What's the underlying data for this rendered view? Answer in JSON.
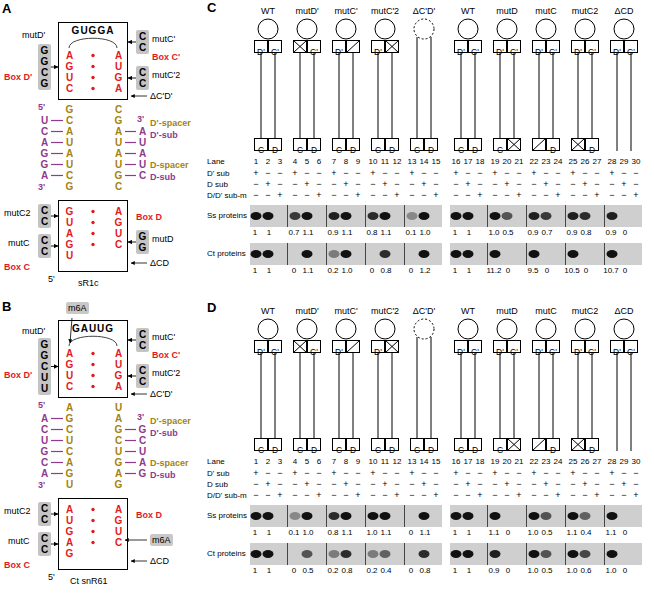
{
  "diagram": {
    "nodes": [
      {
        "text": [
          "AGUC",
          "AUGA"
        ]
      },
      {
        "text": [
          "GGCG"
        ]
      },
      {
        "text": [
          "CC"
        ]
      },
      {
        "text": [
          "CC"
        ]
      },
      {
        "text": [
          "GUAGU",
          "AGUC"
        ]
      },
      {
        "text": [
          "CC"
        ]
      },
      {
        "text": [
          "CC"
        ]
      },
      {
        "text": [
          "GG"
        ]
      },
      {
        "text": [
          "AGUC",
          "AUGA"
        ]
      },
      {
        "text": [
          "GGCUU"
        ]
      },
      {
        "text": [
          "CC"
        ]
      },
      {
        "text": [
          "CC"
        ]
      },
      {
        "text": [
          "AUGAG",
          "AGUC"
        ]
      },
      {
        "text": [
          "CC"
        ]
      },
      {
        "text": [
          "CC"
        ]
      },
      {
        "text": [
          "D'"
        ]
      },
      {
        "text": [
          "C'"
        ]
      },
      {
        "text": [
          "C"
        ]
      },
      {
        "text": [
          "D"
        ]
      },
      {
        "text": [
          "C'"
        ]
      },
      {
        "text": [
          "C"
        ]
      },
      {
        "text": [
          "D"
        ]
      },
      {
        "text": [
          "D'"
        ]
      },
      {
        "text": [
          "C"
        ]
      },
      {
        "text": [
          "D"
        ]
      },
      {
        "text": [
          "D'"
        ]
      },
      {
        "text": [
          "C"
        ]
      },
      {
        "text": [
          "D"
        ]
      },
      {
        "text": [
          "C"
        ]
      },
      {
        "text": [
          "D"
        ]
      },
      {
        "text": [
          "D'"
        ]
      },
      {
        "text": [
          "C'"
        ]
      },
      {
        "text": [
          "C"
        ]
      },
      {
        "text": [
          "D"
        ]
      },
      {
        "text": [
          "D'"
        ]
      },
      {
        "text": [
          "C'"
        ]
      },
      {
        "text": [
          "C"
        ]
      },
      {
        "text": [
          "D'"
        ]
      },
      {
        "text": [
          "C'"
        ]
      },
      {
        "text": [
          "D"
        ]
      },
      {
        "text": [
          "D'"
        ]
      },
      {
        "text": [
          "C'"
        ]
      },
      {
        "text": [
          "D"
        ]
      },
      {
        "text": [
          "D'"
        ]
      },
      {
        "text": [
          "C'"
        ]
      },
      {
        "text": [
          "D'"
        ]
      },
      {
        "text": [
          "C'"
        ]
      },
      {
        "text": [
          "C"
        ]
      },
      {
        "text": [
          "D"
        ]
      },
      {
        "text": [
          "C'"
        ]
      },
      {
        "text": [
          "C"
        ]
      },
      {
        "text": [
          "D"
        ]
      },
      {
        "text": [
          "D'"
        ]
      },
      {
        "text": [
          "C"
        ]
      },
      {
        "text": [
          "D"
        ]
      },
      {
        "text": [
          "D'"
        ]
      },
      {
        "text": [
          "C"
        ]
      },
      {
        "text": [
          "D"
        ]
      },
      {
        "text": [
          "C"
        ]
      },
      {
        "text": [
          "D"
        ]
      },
      {
        "text": [
          "D'"
        ]
      },
      {
        "text": [
          "C'"
        ]
      },
      {
        "text": [
          "C"
        ]
      },
      {
        "text": [
          "D"
        ]
      },
      {
        "text": [
          "D'"
        ]
      },
      {
        "text": [
          "C'"
        ]
      },
      {
        "text": [
          "C"
        ]
      },
      {
        "text": [
          "D'"
        ]
      },
      {
        "text": [
          "C'"
        ]
      },
      {
        "text": [
          "D"
        ]
      },
      {
        "text": [
          "D'"
        ]
      },
      {
        "text": [
          "C'"
        ]
      },
      {
        "text": [
          "D"
        ]
      },
      {
        "text": [
          "D'"
        ]
      },
      {
        "text": [
          "C'"
        ]
      }
    ],
    "edges": [
      {
        "from": 1,
        "to": 0,
        "arrow": "to"
      },
      {
        "from": 2,
        "to": 0,
        "arrow": "to"
      },
      {
        "from": 3,
        "to": 0,
        "arrow": "to"
      },
      {
        "from": 5,
        "to": 4,
        "arrow": "to"
      },
      {
        "from": 6,
        "to": 4,
        "arrow": "to"
      },
      {
        "from": 7,
        "to": 4,
        "arrow": "to"
      },
      {
        "from": 9,
        "to": 8,
        "arrow": "to"
      },
      {
        "from": 10,
        "to": 8,
        "arrow": "to"
      },
      {
        "from": 11,
        "to": 8,
        "arrow": "to"
      },
      {
        "from": 13,
        "to": 12,
        "arrow": "to"
      },
      {
        "from": 14,
        "to": 12,
        "arrow": "to"
      },
      {
        "from": 15,
        "to": 17,
        "arrow": "none"
      },
      {
        "from": 16,
        "to": 18,
        "arrow": "none"
      },
      {
        "from": 19,
        "to": 21,
        "arrow": "none"
      },
      {
        "from": 22,
        "to": 23,
        "arrow": "none"
      },
      {
        "from": 25,
        "to": 26,
        "arrow": "none"
      },
      {
        "from": 30,
        "to": 32,
        "arrow": "none"
      },
      {
        "from": 31,
        "to": 33,
        "arrow": "none"
      },
      {
        "from": 34,
        "to": 36,
        "arrow": "none"
      },
      {
        "from": 38,
        "to": 39,
        "arrow": "none"
      },
      {
        "from": 41,
        "to": 42,
        "arrow": "none"
      },
      {
        "from": 45,
        "to": 47,
        "arrow": "none"
      },
      {
        "from": 46,
        "to": 48,
        "arrow": "none"
      },
      {
        "from": 49,
        "to": 51,
        "arrow": "none"
      },
      {
        "from": 52,
        "to": 53,
        "arrow": "none"
      },
      {
        "from": 55,
        "to": 56,
        "arrow": "none"
      },
      {
        "from": 60,
        "to": 62,
        "arrow": "none"
      },
      {
        "from": 61,
        "to": 63,
        "arrow": "none"
      },
      {
        "from": 64,
        "to": 66,
        "arrow": "none"
      },
      {
        "from": 68,
        "to": 69,
        "arrow": "none"
      },
      {
        "from": 71,
        "to": 72,
        "arrow": "none"
      }
    ],
    "labels": [
      "A",
      "mutD'",
      "Box D'",
      "mutC'",
      "Box C'",
      "mutC'2",
      "ΔC'D'",
      "GUGGA",
      "5'",
      "UCAGGA",
      "3'",
      "GCAUAUCG",
      "CGAUAUGC",
      "3'",
      "AUAUC",
      "D'-spacer",
      "D'-sub",
      "D-spacer",
      "D-sub",
      "mutC2",
      "mutC",
      "Box C",
      "Box D",
      "mutD",
      "ΔCD",
      "5'",
      "sR1c",
      "B",
      "mutD'",
      "m6A",
      "Box D'",
      "mutC'",
      "Box C'",
      "mutC'2",
      "ΔC'D'",
      "GAUUG",
      "5'",
      "ACUGCA",
      "3'",
      "AGCUCAGU",
      "UAGCUGAG",
      "3'",
      "GCUAG",
      "D'-spacer",
      "D'-sub",
      "D-spacer",
      "D-sub",
      "mutC2",
      "mutC",
      "Box C",
      "Box D",
      "m6A",
      "ΔCD",
      "5'",
      "Ct snR61",
      "C",
      "WT",
      "mutD'",
      "mutC'",
      "mutC'2",
      "ΔC'D'",
      "WT",
      "mutD",
      "mutC",
      "mutC2",
      "ΔCD",
      "Lane",
      "1",
      "2",
      "3",
      "4",
      "5",
      "6",
      "7",
      "8",
      "9",
      "10",
      "11",
      "12",
      "13",
      "14",
      "15",
      "16",
      "17",
      "18",
      "19",
      "20",
      "21",
      "22",
      "23",
      "24",
      "25",
      "26",
      "27",
      "28",
      "29",
      "30",
      "D' sub",
      "+",
      "−",
      "−",
      "+",
      "−",
      "−",
      "+",
      "−",
      "−",
      "+",
      "−",
      "−",
      "+",
      "−",
      "−",
      "+",
      "−",
      "−",
      "+",
      "−",
      "−",
      "+",
      "−",
      "−",
      "+",
      "−",
      "−",
      "+",
      "−",
      "−",
      "D sub",
      "−",
      "+",
      "−",
      "−",
      "+",
      "−",
      "−",
      "+",
      "−",
      "−",
      "+",
      "−",
      "−",
      "+",
      "−",
      "−",
      "+",
      "−",
      "−",
      "+",
      "−",
      "−",
      "+",
      "−",
      "−",
      "+",
      "−",
      "−",
      "+",
      "−",
      "D/D' sub-m",
      "−",
      "−",
      "+",
      "−",
      "−",
      "+",
      "−",
      "−",
      "+",
      "−",
      "−",
      "+",
      "−",
      "−",
      "+",
      "−",
      "−",
      "+",
      "−",
      "−",
      "+",
      "−",
      "−",
      "+",
      "−",
      "−",
      "+",
      "−",
      "−",
      "+",
      "Ss proteins",
      "1",
      "1",
      "0.7",
      "1.1",
      "0.9",
      "1.1",
      "0.8",
      "1.1",
      "0.1",
      "1.0",
      "1",
      "1",
      "1.0",
      "0.5",
      "0.9",
      "0.7",
      "0.9",
      "0.8",
      "0.9",
      "0",
      "Ct proteins",
      "1",
      "1",
      "0",
      "1.1",
      "0.2",
      "1.0",
      "0",
      "0.8",
      "0",
      "1.2",
      "1",
      "1",
      "11.2",
      "0",
      "9.5",
      "0",
      "10.5",
      "0",
      "10.7",
      "0",
      "D",
      "WT",
      "mutD'",
      "mutC'",
      "mutC'2",
      "ΔC'D'",
      "WT",
      "mutD",
      "mutC",
      "mutC2",
      "ΔCD",
      "Lane",
      "1",
      "2",
      "3",
      "4",
      "5",
      "6",
      "7",
      "8",
      "9",
      "10",
      "11",
      "12",
      "13",
      "14",
      "15",
      "16",
      "17",
      "18",
      "19",
      "20",
      "21",
      "22",
      "23",
      "24",
      "25",
      "26",
      "27",
      "28",
      "29",
      "30",
      "D' sub",
      "+",
      "−",
      "−",
      "+",
      "−",
      "−",
      "+",
      "−",
      "−",
      "+",
      "−",
      "−",
      "+",
      "−",
      "−",
      "+",
      "−",
      "−",
      "+",
      "−",
      "−",
      "+",
      "−",
      "−",
      "+",
      "−",
      "−",
      "+",
      "−",
      "−",
      "D sub",
      "−",
      "+",
      "−",
      "−",
      "+",
      "−",
      "−",
      "+",
      "−",
      "−",
      "+",
      "−",
      "−",
      "+",
      "−",
      "−",
      "+",
      "−",
      "−",
      "+",
      "−",
      "−",
      "+",
      "−",
      "−",
      "+",
      "−",
      "−",
      "+",
      "−",
      "D/D' sub-m",
      "−",
      "−",
      "+",
      "−",
      "−",
      "+",
      "−",
      "−",
      "+",
      "−",
      "−",
      "+",
      "−",
      "−",
      "+",
      "−",
      "−",
      "+",
      "−",
      "−",
      "+",
      "−",
      "−",
      "+",
      "−",
      "−",
      "+",
      "−",
      "−",
      "+",
      "Ss proteins",
      "1",
      "1",
      "0.1",
      "1.0",
      "0.8",
      "1.1",
      "1.0",
      "1.1",
      "0",
      "1.1",
      "1",
      "1",
      "1.1",
      "0",
      "1.0",
      "0.5",
      "1.1",
      "0.4",
      "1.1",
      "0",
      "Ct proteins",
      "1",
      "1",
      "0",
      "0.5",
      "0.2",
      "0.8",
      "0.2",
      "0.4",
      "0",
      "0.8",
      "1",
      "1",
      "0.9",
      "0",
      "1.0",
      "0.5",
      "1.0",
      "0.6",
      "1.0",
      "0"
    ]
  }
}
